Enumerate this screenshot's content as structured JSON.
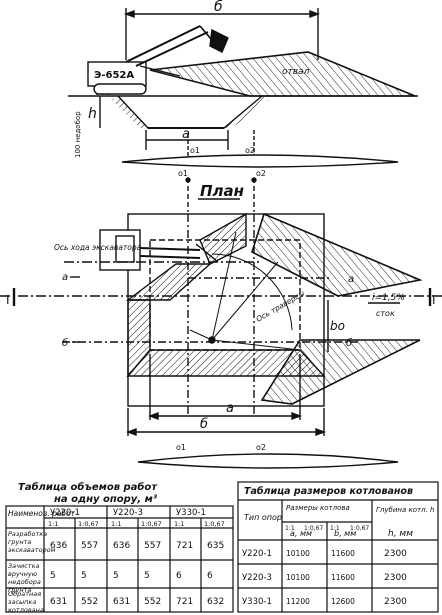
{
  "section": {
    "dim_b": "б",
    "excavator": "Э-652А",
    "dim_h": "h",
    "undercut": "100 недобор",
    "dim_a": "а",
    "axis_1": "о1",
    "axis_2": "о2",
    "dump": "отвал"
  },
  "plan": {
    "title": "План",
    "axis_label_1": "о1",
    "axis_label_2": "о2",
    "excavator_axis": "Ось хода экскаватора",
    "support_axis": "Ось траверсы",
    "slope": "i=1,5%",
    "drain": "сток",
    "cut_left": "I",
    "cut_right": "I",
    "mark_a": "а",
    "mark_b": "б",
    "dim_a": "а",
    "dim_b": "б",
    "dim_bo": "bо",
    "axis_bottom_1": "о1",
    "axis_bottom_2": "о2"
  },
  "volume_table": {
    "title_line1": "Таблица объемов работ",
    "title_line2": "на одну опору, м³",
    "header_name": "Наименов. работ",
    "types": [
      "У220-1",
      "У220-3",
      "У330-1"
    ],
    "slopes": [
      "1:1",
      "1:0,67",
      "1:1",
      "1:0,67",
      "1:1",
      "1:0,67"
    ],
    "rows": [
      {
        "name": "Разработка грунта экскаватором",
        "values": [
          "636",
          "557",
          "636",
          "557",
          "721",
          "635"
        ]
      },
      {
        "name": "Зачистка вручную недобора грунта",
        "values": [
          "5",
          "5",
          "5",
          "5",
          "6",
          "6"
        ]
      },
      {
        "name": "Обратная засыпка котлована",
        "values": [
          "631",
          "552",
          "631",
          "552",
          "721",
          "632"
        ]
      }
    ]
  },
  "size_table": {
    "title": "Таблица размеров котлованов",
    "header_type": "Тип опор",
    "header_sizes": "Размеры котлова",
    "header_depth": "Глубина котл. h",
    "sub_slopes": [
      "1:1",
      "1:0,67",
      "1:1",
      "1:0,67"
    ],
    "unit_a": "а, мм",
    "unit_b": "b, мм",
    "unit_h": "h, мм",
    "rows": [
      {
        "type": "У220-1",
        "a": "10100",
        "b": "11600",
        "h": "2300"
      },
      {
        "type": "У220-3",
        "a": "10100",
        "b": "11600",
        "h": "2300"
      },
      {
        "type": "У330-1",
        "a": "11200",
        "b": "12600",
        "h": "2300"
      }
    ]
  }
}
